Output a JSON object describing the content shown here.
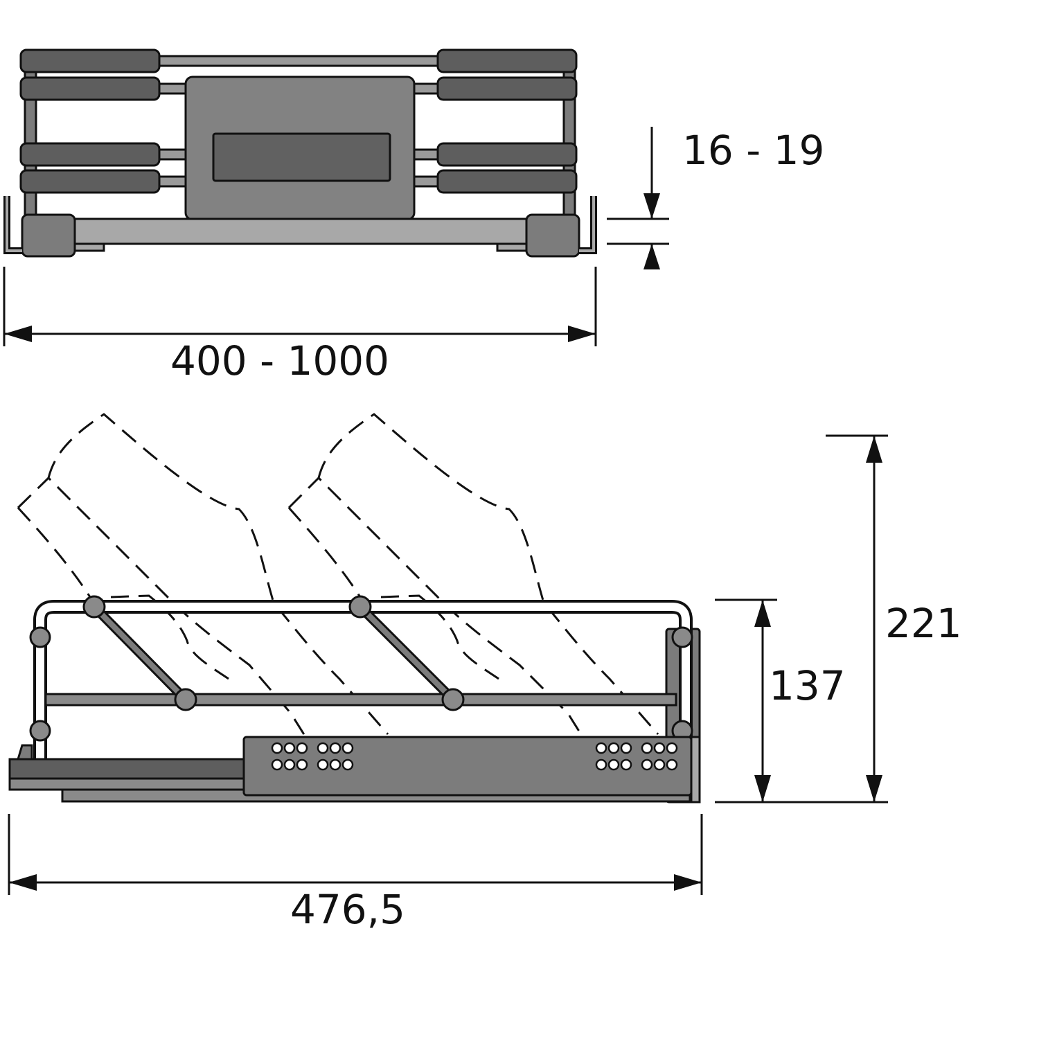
{
  "colors": {
    "outline": "#111111",
    "dark": "#616161",
    "mid": "#7c7c7c",
    "light": "#a8a8a8",
    "background": "#ffffff"
  },
  "dimensions": {
    "top_width": "400 - 1000",
    "panel_thickness": "16 - 19",
    "side_depth": "476,5",
    "basket_height": "137",
    "total_height": "221"
  }
}
